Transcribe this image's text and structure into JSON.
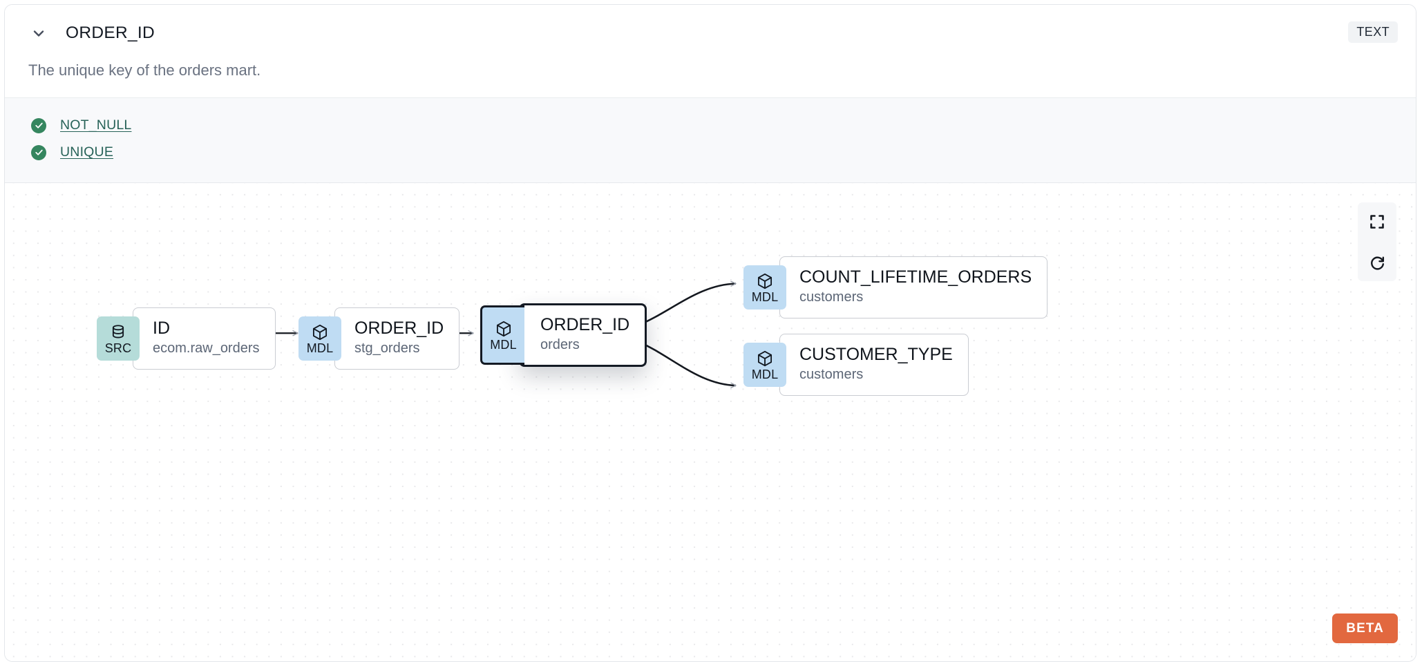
{
  "header": {
    "collapse_icon": "chevron-down-icon",
    "column_name": "ORDER_ID",
    "type_badge": "TEXT"
  },
  "description": "The unique key of the orders mart.",
  "tests": [
    {
      "status_icon": "check-circle-icon",
      "label": "NOT_NULL"
    },
    {
      "status_icon": "check-circle-icon",
      "label": "UNIQUE"
    }
  ],
  "lineage": {
    "nodes": [
      {
        "id": "src-id",
        "badge": "SRC",
        "badge_icon": "database-icon",
        "name": "ID",
        "subtitle": "ecom.raw_orders",
        "selected": false
      },
      {
        "id": "mdl-stg-order-id",
        "badge": "MDL",
        "badge_icon": "cube-icon",
        "name": "ORDER_ID",
        "subtitle": "stg_orders",
        "selected": false
      },
      {
        "id": "mdl-orders-order-id",
        "badge": "MDL",
        "badge_icon": "cube-icon",
        "name": "ORDER_ID",
        "subtitle": "orders",
        "selected": true
      },
      {
        "id": "mdl-count-lifetime-orders",
        "badge": "MDL",
        "badge_icon": "cube-icon",
        "name": "COUNT_LIFETIME_ORDERS",
        "subtitle": "customers",
        "selected": false
      },
      {
        "id": "mdl-customer-type",
        "badge": "MDL",
        "badge_icon": "cube-icon",
        "name": "CUSTOMER_TYPE",
        "subtitle": "customers",
        "selected": false
      }
    ],
    "edges": [
      {
        "from": "src-id",
        "to": "mdl-stg-order-id",
        "shape": "straight"
      },
      {
        "from": "mdl-stg-order-id",
        "to": "mdl-orders-order-id",
        "shape": "straight"
      },
      {
        "from": "mdl-orders-order-id",
        "to": "mdl-count-lifetime-orders",
        "shape": "curve"
      },
      {
        "from": "mdl-orders-order-id",
        "to": "mdl-customer-type",
        "shape": "curve"
      }
    ],
    "controls": [
      {
        "name": "fit-view-button",
        "icon": "fullscreen-icon"
      },
      {
        "name": "reset-button",
        "icon": "refresh-icon"
      }
    ],
    "beta_label": "BETA"
  },
  "colors": {
    "mdl_badge": "#bfdcf3",
    "src_badge": "#b5dcd9",
    "test_pass": "#35865f",
    "test_link": "#276258",
    "beta": "#e2683f",
    "edge": "#14181f"
  }
}
